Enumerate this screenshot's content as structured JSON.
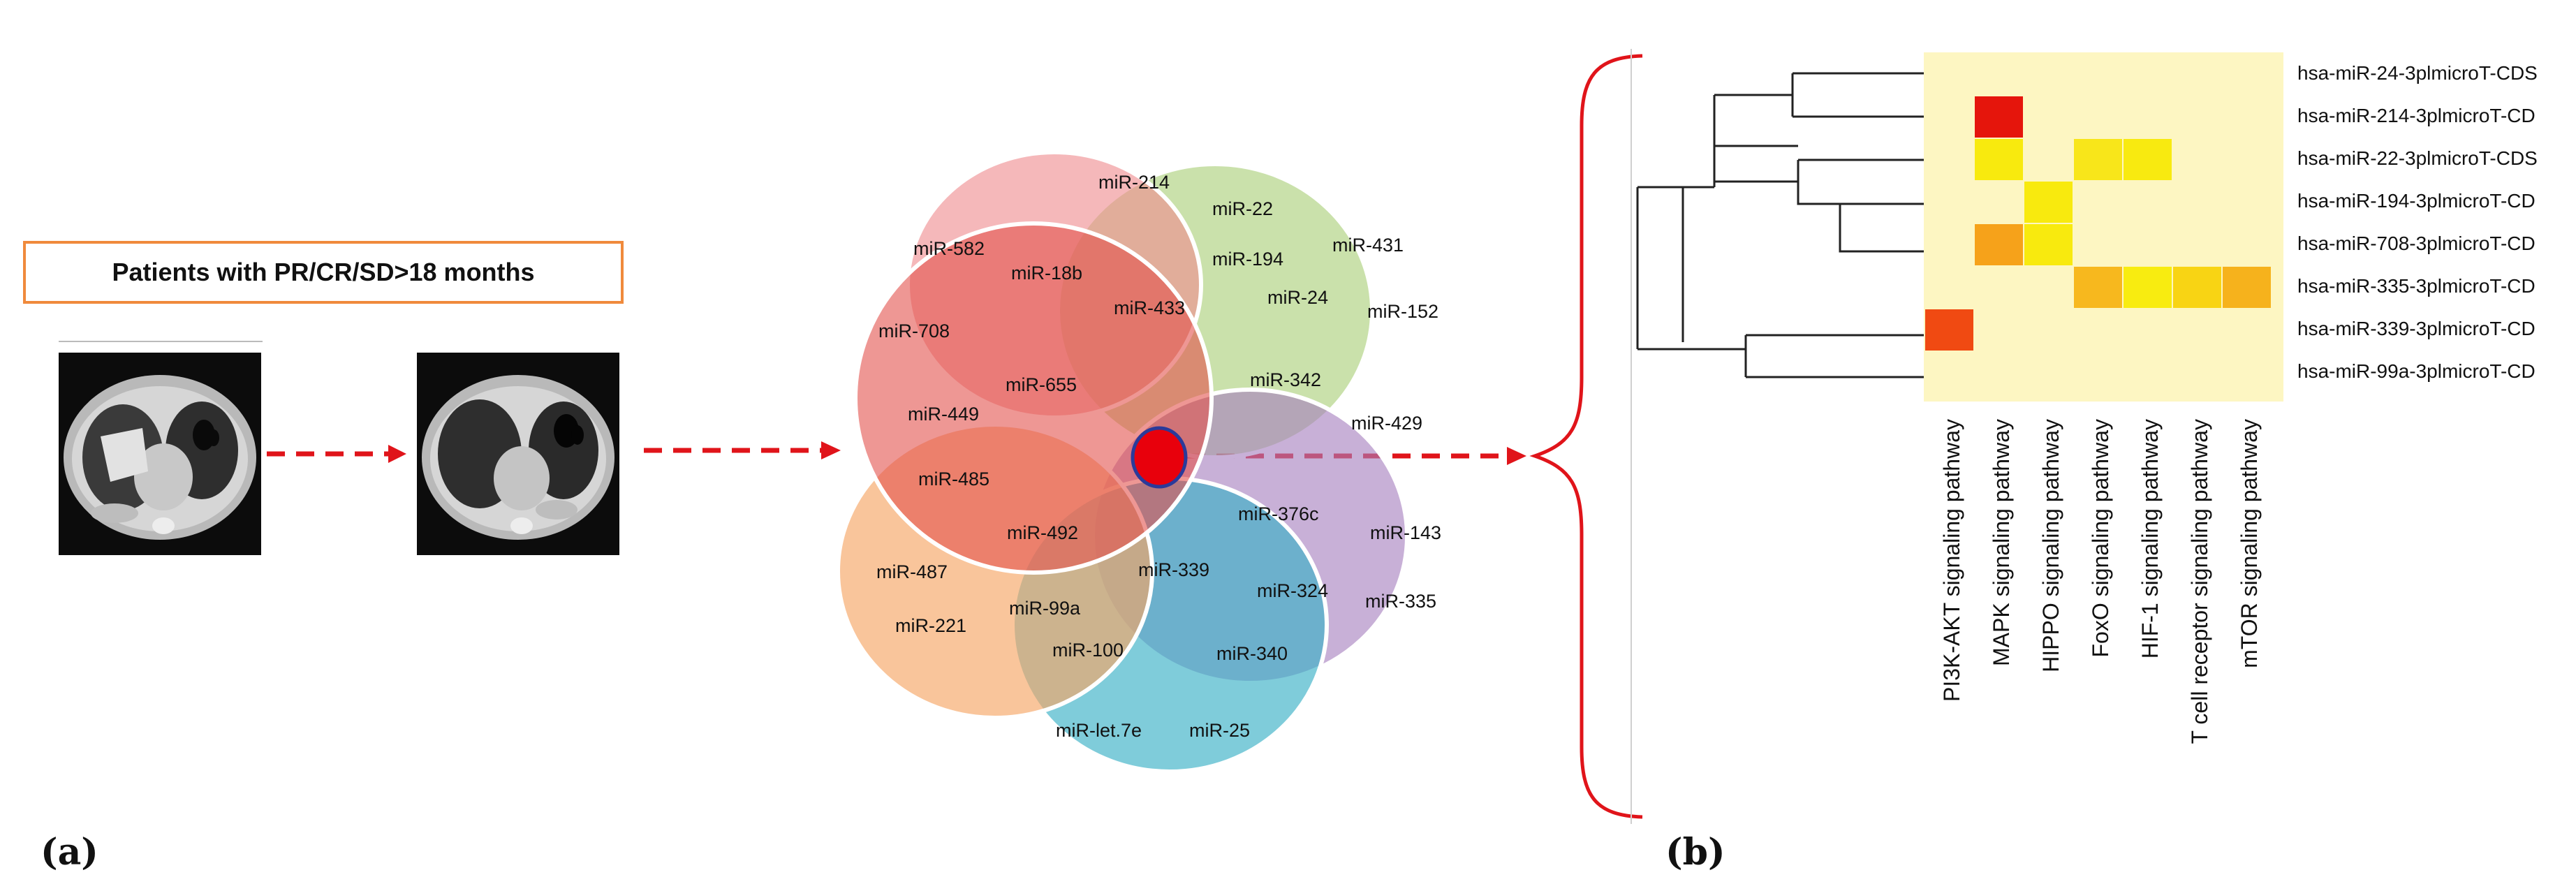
{
  "panel_a": {
    "label": "(a)",
    "patients_label": "Patients with PR/CR/SD>18 months",
    "venn_labels": [
      {
        "id": "mir-214",
        "text": "miR-214"
      },
      {
        "id": "mir-22",
        "text": "miR-22"
      },
      {
        "id": "mir-431",
        "text": "miR-431"
      },
      {
        "id": "mir-582",
        "text": "miR-582"
      },
      {
        "id": "mir-18b",
        "text": "miR-18b"
      },
      {
        "id": "mir-194",
        "text": "miR-194"
      },
      {
        "id": "mir-24",
        "text": "miR-24"
      },
      {
        "id": "mir-152",
        "text": "miR-152"
      },
      {
        "id": "mir-433",
        "text": "miR-433"
      },
      {
        "id": "mir-708",
        "text": "miR-708"
      },
      {
        "id": "mir-655",
        "text": "miR-655"
      },
      {
        "id": "mir-342",
        "text": "miR-342"
      },
      {
        "id": "mir-449",
        "text": "miR-449"
      },
      {
        "id": "mir-429",
        "text": "miR-429"
      },
      {
        "id": "mir-485",
        "text": "miR-485"
      },
      {
        "id": "mir-376c",
        "text": "miR-376c"
      },
      {
        "id": "mir-492",
        "text": "miR-492"
      },
      {
        "id": "mir-143",
        "text": "miR-143"
      },
      {
        "id": "mir-487",
        "text": "miR-487"
      },
      {
        "id": "mir-339",
        "text": "miR-339"
      },
      {
        "id": "mir-324",
        "text": "miR-324"
      },
      {
        "id": "mir-335",
        "text": "miR-335"
      },
      {
        "id": "mir-99a",
        "text": "miR-99a"
      },
      {
        "id": "mir-221",
        "text": "miR-221"
      },
      {
        "id": "mir-100",
        "text": "miR-100"
      },
      {
        "id": "mir-340",
        "text": "miR-340"
      },
      {
        "id": "mir-let-7e",
        "text": "miR-let.7e"
      },
      {
        "id": "mir-25",
        "text": "miR-25"
      }
    ]
  },
  "panel_b": {
    "label": "(b)",
    "rows": [
      "hsa-miR-24-3plmicroT-CDS",
      "hsa-miR-214-3plmicroT-CD",
      "hsa-miR-22-3plmicroT-CDS",
      "hsa-miR-194-3plmicroT-CD",
      "hsa-miR-708-3plmicroT-CD",
      "hsa-miR-335-3plmicroT-CD",
      "hsa-miR-339-3plmicroT-CD",
      "hsa-miR-99a-3plmicroT-CD"
    ],
    "columns": [
      "PI3K-AKT signaling pathway",
      "MAPK signaling pathway",
      "HIPPO signaling pathway",
      "FoxO signaling pathway",
      "HIF-1 signaling pathway",
      "T cell receptor signaling pathway",
      "mTOR signaling pathway"
    ],
    "cells": [
      [
        "#fdf6c2",
        "#fdf6c2",
        "#fdf6c2",
        "#fdf6c2",
        "#fdf6c2",
        "#fdf6c2",
        "#fdf6c2"
      ],
      [
        "#fdf6c2",
        "#e5150c",
        "#fdf6c2",
        "#fdf6c2",
        "#fdf6c2",
        "#fdf6c2",
        "#fdf6c2"
      ],
      [
        "#fdf6c2",
        "#f8ea0e",
        "#fdf6c2",
        "#f8e61a",
        "#f8ea10",
        "#fdf6c2",
        "#fdf6c2"
      ],
      [
        "#fdf6c2",
        "#fdf6c2",
        "#f8ea0e",
        "#fdf6c2",
        "#fdf6c2",
        "#fdf6c2",
        "#fdf6c2"
      ],
      [
        "#fdf6c2",
        "#f6a21a",
        "#f8ea0e",
        "#fdf6c2",
        "#fdf6c2",
        "#fdf6c2",
        "#fdf6c2"
      ],
      [
        "#fdf6c2",
        "#fdf6c2",
        "#fdf6c2",
        "#f7b81e",
        "#f8ec10",
        "#f8d414",
        "#f6b21c"
      ],
      [
        "#f04a12",
        "#fdf6c2",
        "#fdf6c2",
        "#fdf6c2",
        "#fdf6c2",
        "#fdf6c2",
        "#fdf6c2"
      ],
      [
        "#fdf6c2",
        "#fdf6c2",
        "#fdf6c2",
        "#fdf6c2",
        "#fdf6c2",
        "#fdf6c2",
        "#fdf6c2"
      ]
    ]
  },
  "colors": {
    "arrow": "#e0141a",
    "box_border": "#f08a3c",
    "brace": "#e0141a",
    "dot_fill": "#e8000c",
    "dot_stroke": "#2a3a9a",
    "heatmap_base": "#fdf6c2"
  }
}
